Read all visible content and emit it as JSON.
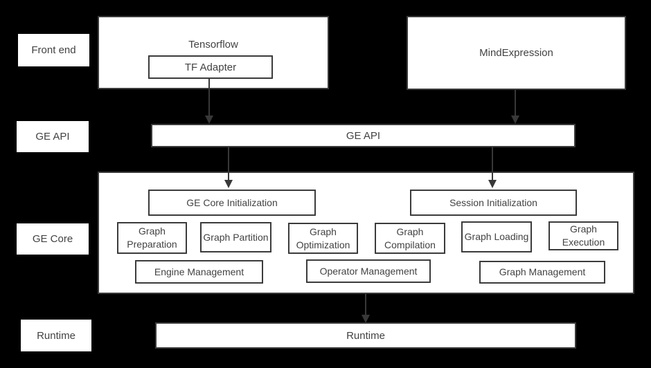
{
  "colors": {
    "background": "#000000",
    "box_fill": "#ffffff",
    "border": "#3b3b3b",
    "text": "#424242",
    "arrow": "#383838"
  },
  "row_labels": {
    "front_end": "Front end",
    "ge_api": "GE API",
    "ge_core": "GE Core",
    "runtime": "Runtime"
  },
  "nodes": {
    "tensorflow": "Tensorflow",
    "tf_adapter": "TF Adapter",
    "mind_expression": "MindExpression",
    "ge_api": "GE API",
    "ge_core_initialization": "GE Core Initialization",
    "session_initialization": "Session Initialization",
    "runtime": "Runtime"
  },
  "ge_core": {
    "modules": [
      "Graph Preparation",
      "Graph Partition",
      "Graph Optimization",
      "Graph Compilation",
      "Graph Loading",
      "Graph Execution"
    ],
    "management": [
      "Engine Management",
      "Operator Management",
      "Graph Management"
    ]
  }
}
